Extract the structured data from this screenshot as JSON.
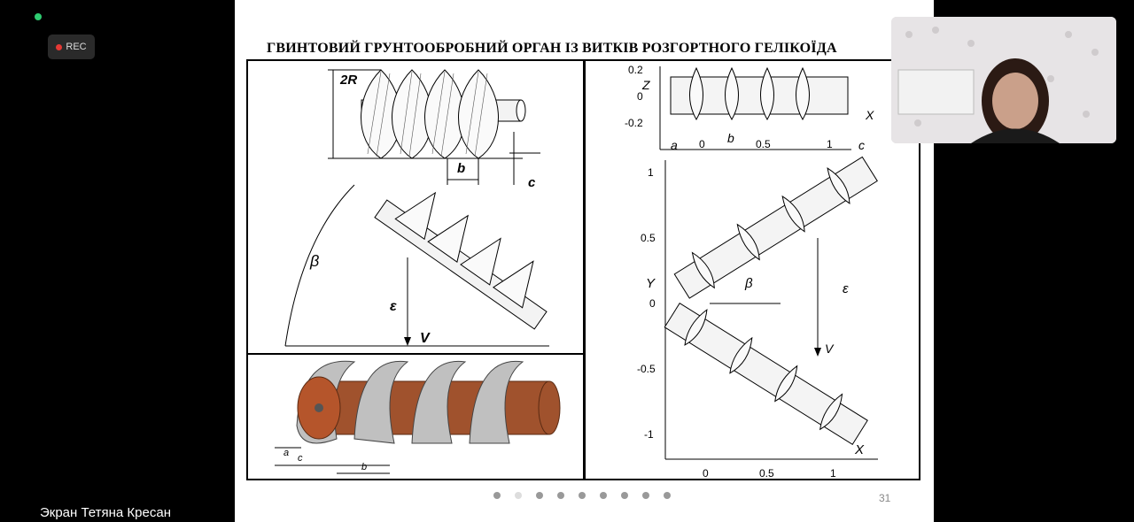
{
  "window": {
    "rec_label": "REC",
    "screen_share_label": "Экран Тетяна Кресан"
  },
  "slide": {
    "title": "ГВИНТОВИЙ ГРУНТООБРОБНИЙ ОРГАН ІЗ ВИТКІВ РОЗГОРТНОГО ГЕЛІКОЇДА",
    "page_number": "31",
    "nav_dots": 9,
    "active_dot": 2,
    "fig_top_left": {
      "label_2r": "2R",
      "label_b": "b",
      "label_c": "c",
      "label_beta": "β",
      "label_eps": "ε",
      "label_v": "V"
    },
    "fig_bottom_left": {
      "label_a": "a",
      "label_c": "c",
      "label_b": "b"
    },
    "fig_right_top": {
      "z_label": "Z",
      "x_label": "X",
      "z_ticks": [
        "0.2",
        "0",
        "-0.2"
      ],
      "x_ticks": [
        "0",
        "0.5",
        "1"
      ],
      "label_a": "a",
      "label_b": "b",
      "label_c": "c"
    },
    "fig_right_main": {
      "y_label": "Y",
      "x_label": "X",
      "y_ticks": [
        "1",
        "0.5",
        "0",
        "-0.5",
        "-1"
      ],
      "x_ticks": [
        "0",
        "0.5",
        "1"
      ],
      "label_beta": "β",
      "label_eps": "ε",
      "label_v": "V"
    }
  },
  "colors": {
    "copper": "#a0522d",
    "rec_red": "#e53935",
    "status_green": "#2ecc71"
  }
}
